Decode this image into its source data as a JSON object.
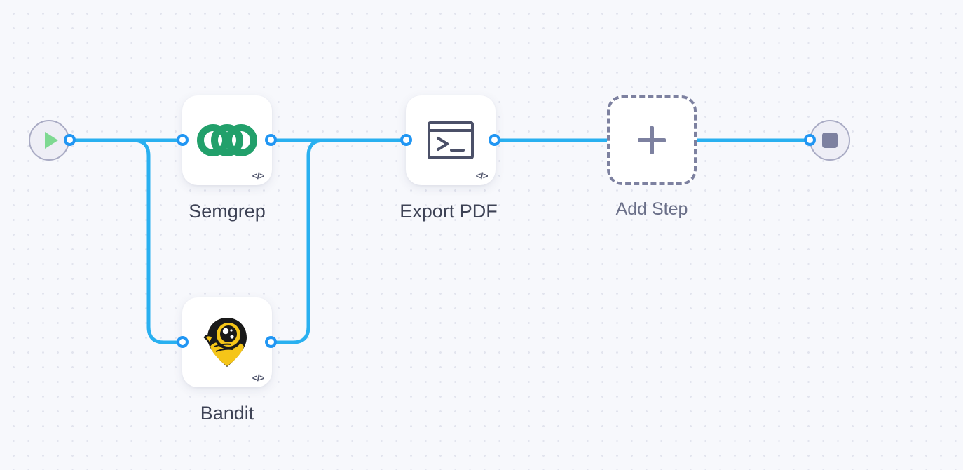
{
  "canvas": {
    "background_color": "#f7f8fc",
    "dot_color": "#e2e4ee",
    "edge_color": "#29b0f0",
    "port_color": "#2196f3"
  },
  "start_node": {
    "name": "start",
    "icon": "play-icon",
    "icon_color": "#7ed992",
    "fill": "#eeeef6",
    "border": "#a9abc4"
  },
  "end_node": {
    "name": "end",
    "icon": "stop-icon",
    "icon_color": "#7d81a0",
    "fill": "#eeeef6",
    "border": "#a9abc4"
  },
  "nodes": [
    {
      "id": "semgrep",
      "label": "Semgrep",
      "icon": "semgrep-logo-icon",
      "icon_color": "#22a06b",
      "badge": "</>",
      "badge_name": "code-badge-icon"
    },
    {
      "id": "bandit",
      "label": "Bandit",
      "icon": "bandit-logo-icon",
      "icon_color": "#f5c518",
      "badge": "</>",
      "badge_name": "code-badge-icon"
    },
    {
      "id": "export_pdf",
      "label": "Export PDF",
      "icon": "terminal-icon",
      "icon_color": "#4b5068",
      "badge": "</>",
      "badge_name": "code-badge-icon"
    }
  ],
  "add_step": {
    "label": "Add Step",
    "icon": "plus-icon",
    "color": "#7d81a0"
  }
}
